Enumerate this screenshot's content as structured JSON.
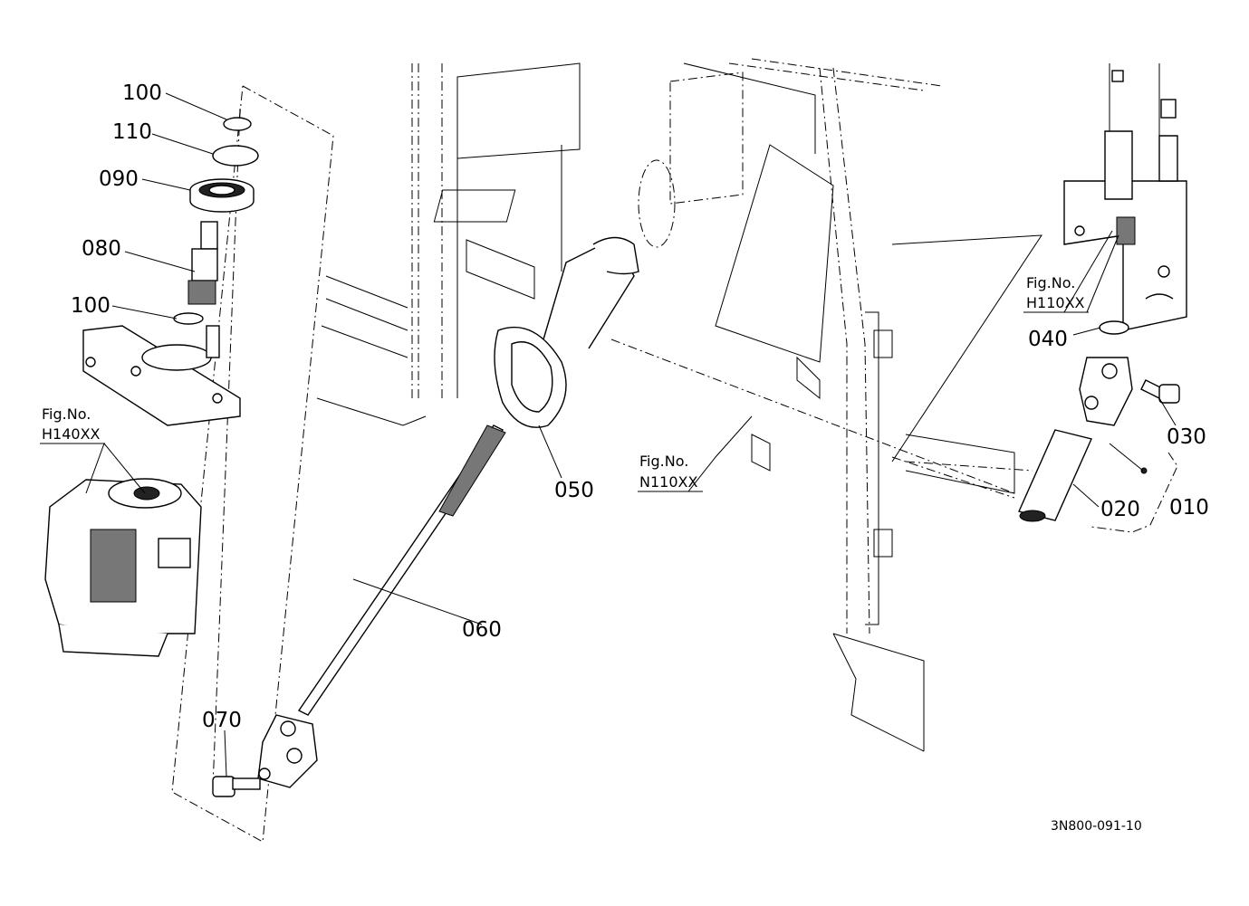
{
  "callouts": {
    "c100_top": "100",
    "c110": "110",
    "c090": "090",
    "c080": "080",
    "c100_mid": "100",
    "c070": "070",
    "c060": "060",
    "c050": "050",
    "c040": "040",
    "c030": "030",
    "c020": "020",
    "c010": "010"
  },
  "figrefs": {
    "h140": {
      "label": "Fig.No.",
      "code": "H140XX"
    },
    "n110": {
      "label": "Fig.No.",
      "code": "N110XX"
    },
    "h110": {
      "label": "Fig.No.",
      "code": "H110XX"
    }
  },
  "document_id": "3N800-091-10"
}
